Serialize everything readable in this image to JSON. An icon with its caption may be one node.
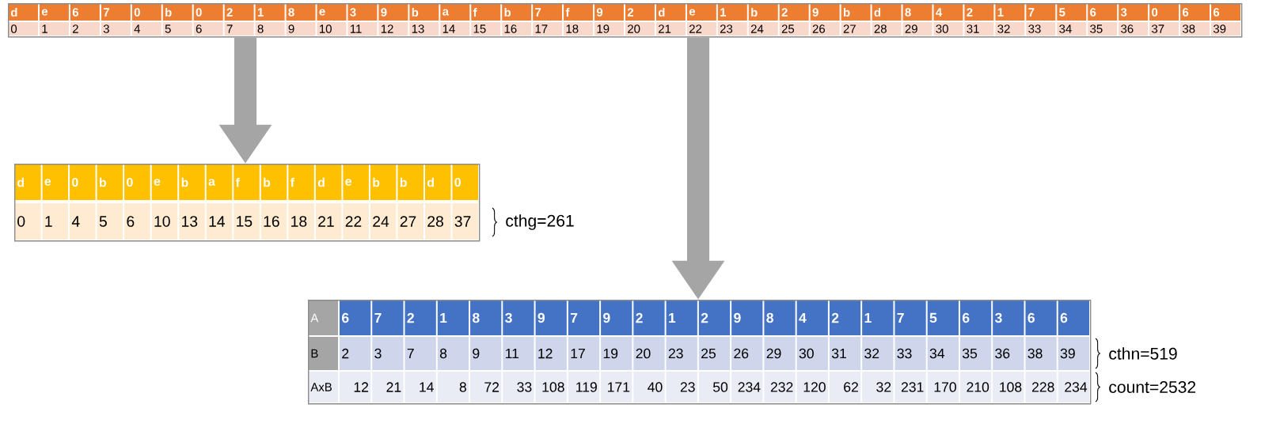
{
  "diagram": {
    "nodes": [
      {
        "text": [],
        "shape": "box"
      },
      {
        "text": [],
        "shape": "box"
      },
      {
        "text": [],
        "shape": "box"
      }
    ],
    "edges": [
      {
        "from": 0,
        "to": 1,
        "arrow": "to"
      },
      {
        "from": 0,
        "to": 2,
        "arrow": "to"
      }
    ],
    "labels": [
      "d",
      "e",
      "6",
      "7",
      "0",
      "b",
      "0",
      "2",
      "1",
      "8",
      "e",
      "3",
      "9",
      "b",
      "a",
      "f",
      "b",
      "7",
      "f",
      "9",
      "2",
      "d",
      "e",
      "1",
      "b",
      "2",
      "9",
      "b",
      "d",
      "8",
      "4",
      "2",
      "1",
      "7",
      "5",
      "6",
      "3",
      "0",
      "6",
      "6",
      "0",
      "1",
      "2",
      "3",
      "4",
      "5",
      "6",
      "7",
      "8",
      "9",
      "10",
      "11",
      "12",
      "13",
      "14",
      "15",
      "16",
      "17",
      "18",
      "19",
      "20",
      "21",
      "22",
      "23",
      "24",
      "25",
      "26",
      "27",
      "28",
      "29",
      "30",
      "31",
      "32",
      "33",
      "34",
      "35",
      "36",
      "37",
      "38",
      "39",
      "d",
      "e",
      "0",
      "b",
      "0",
      "e",
      "b",
      "a",
      "f",
      "b",
      "f",
      "d",
      "e",
      "b",
      "b",
      "d",
      "0",
      "0",
      "1",
      "4",
      "5",
      "6",
      "10",
      "13",
      "14",
      "15",
      "16",
      "18",
      "21",
      "22",
      "24",
      "27",
      "28",
      "37",
      "cthg=261",
      "A",
      "6",
      "7",
      "2",
      "1",
      "8",
      "3",
      "9",
      "7",
      "9",
      "2",
      "1",
      "2",
      "9",
      "8",
      "4",
      "2",
      "1",
      "7",
      "5",
      "6",
      "3",
      "6",
      "6",
      "B",
      "2",
      "3",
      "7",
      "8",
      "9",
      "11",
      "12",
      "17",
      "19",
      "20",
      "23",
      "25",
      "26",
      "29",
      "30",
      "31",
      "32",
      "33",
      "34",
      "35",
      "36",
      "38",
      "39",
      "cthn=519",
      "AxB",
      "12",
      "21",
      "14",
      "8",
      "72",
      "33",
      "108",
      "119",
      "171",
      "40",
      "23",
      "50",
      "234",
      "232",
      "120",
      "62",
      "32",
      "231",
      "170",
      "210",
      "108",
      "228",
      "234",
      "count=2532"
    ]
  }
}
